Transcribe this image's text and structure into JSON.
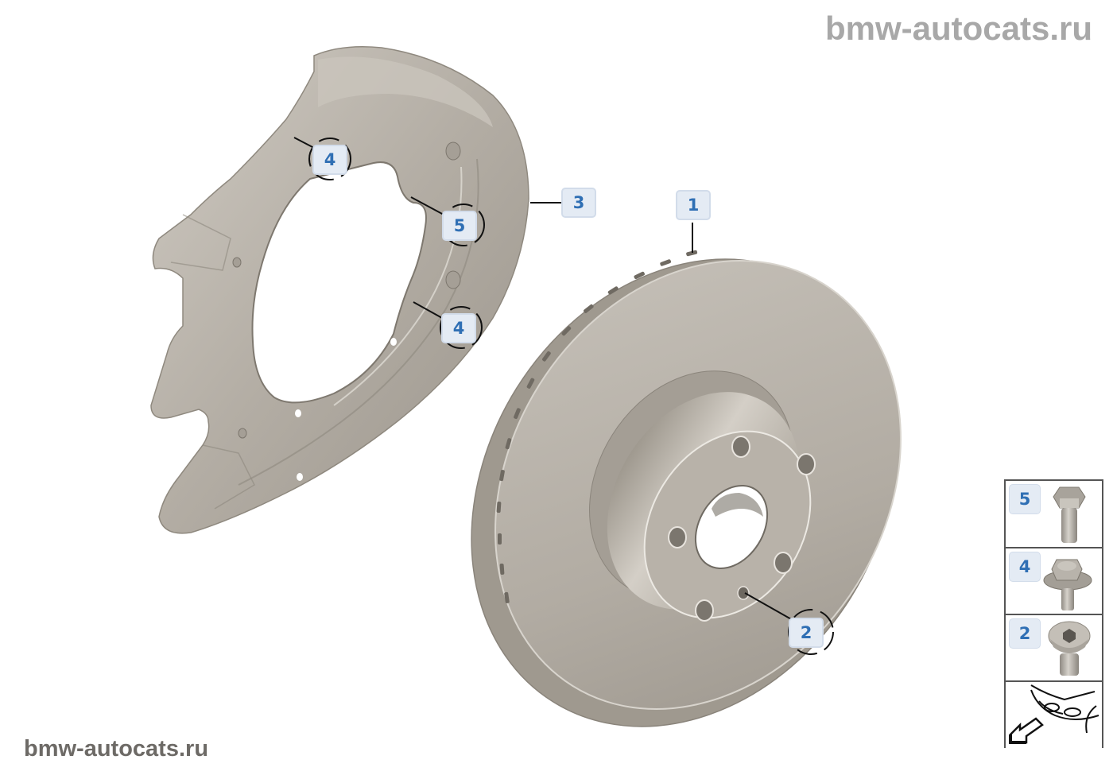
{
  "watermarks": {
    "top": "bmw-autocats.ru",
    "bottom": "bmw-autocats.ru"
  },
  "diagram": {
    "title": "Brake disc and dust shield assembly",
    "parts": [
      {
        "id": "1",
        "name": "brake-disc"
      },
      {
        "id": "2",
        "name": "disc-fixing-screw"
      },
      {
        "id": "3",
        "name": "protection-plate"
      },
      {
        "id": "4",
        "name": "hex-flange-bolt"
      },
      {
        "id": "5",
        "name": "hex-bolt"
      }
    ],
    "callouts": {
      "c1": "1",
      "c2": "2",
      "c3": "3",
      "c4a": "4",
      "c4b": "4",
      "c5": "5"
    }
  },
  "legend": {
    "items": [
      {
        "label": "5",
        "icon": "hex-bolt-icon"
      },
      {
        "label": "4",
        "icon": "flange-bolt-icon"
      },
      {
        "label": "2",
        "icon": "countersunk-screw-icon"
      }
    ],
    "footer_icon": "front-left-car-direction-icon"
  },
  "colors": {
    "metal": "#b4aea5",
    "callout_text": "#2f6fb4",
    "callout_bg": "#e4ebf4"
  }
}
